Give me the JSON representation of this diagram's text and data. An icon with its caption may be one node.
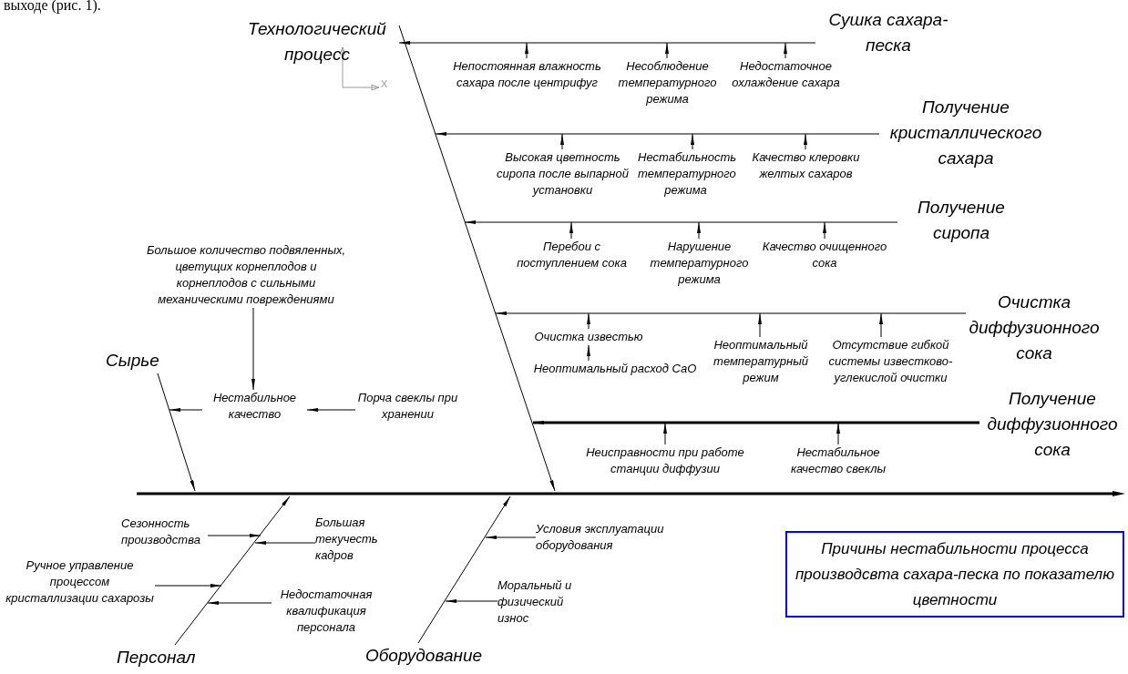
{
  "diagram": {
    "nodes": [
      {
        "text": [],
        "shape": "bar"
      },
      {
        "text": [
          "Технологический процесс"
        ]
      },
      {
        "text": [
          "Сушка сахара-песка"
        ]
      },
      {
        "text": [
          "Непостоянная влажность сахара после центрифуг"
        ]
      },
      {
        "text": [
          "Несоблюдение температурного режима"
        ]
      },
      {
        "text": [
          "Недостаточное охлаждение сахара"
        ]
      },
      {
        "text": [
          "Получение кристаллического сахара"
        ]
      },
      {
        "text": [
          "Высокая цветность сиропа после выпарной установки"
        ]
      },
      {
        "text": [
          "Нестабильность температурного режима"
        ]
      },
      {
        "text": [
          "Качество клеровки желтых сахаров"
        ]
      },
      {
        "text": [
          "Получение сиропа"
        ]
      },
      {
        "text": [
          "Перебои с поступлением сока"
        ]
      },
      {
        "text": [
          "Нарушение температурного режима"
        ]
      },
      {
        "text": [
          "Качество очищенного сока"
        ]
      },
      {
        "text": [
          "Очистка диффузионного сока"
        ]
      },
      {
        "text": [
          "Очистка известью"
        ]
      },
      {
        "text": [
          "Неоптимальный расход CaO"
        ]
      },
      {
        "text": [
          "Неоптимальный температурный режим"
        ]
      },
      {
        "text": [
          "Отсутствие гибкой системы известково-углекислой очистки"
        ]
      },
      {
        "text": [
          "Получение диффузионного сока"
        ]
      },
      {
        "text": [
          "Неисправности при работе станции диффузии"
        ]
      },
      {
        "text": [
          "Нестабильное качество свеклы"
        ]
      },
      {
        "text": [
          "Большое количество подвяленных, цветущих корнеплодов и корнеплодов с сильными механическими повреждениями"
        ]
      },
      {
        "text": [
          "Сырье"
        ]
      },
      {
        "text": [
          "Нестабильное качество"
        ]
      },
      {
        "text": [
          "Порча свеклы при хранении"
        ]
      },
      {
        "text": [
          "Персонал"
        ]
      },
      {
        "text": [
          "Оборудование"
        ]
      },
      {
        "text": [
          "Сезонность производства"
        ]
      },
      {
        "text": [
          "Большая текучесть кадров"
        ]
      },
      {
        "text": [
          "Ручное управление процессом кристаллизации сахарозы"
        ]
      },
      {
        "text": [
          "Недостаточная квалификация персонала"
        ]
      },
      {
        "text": [
          "Условия эксплуатации оборудования"
        ]
      },
      {
        "text": [
          "Моральный и физический износ"
        ]
      },
      {
        "text": [
          "Причины нестабильности процесса производсвта сахара-песка по показателю цветности"
        ]
      }
    ],
    "edges": [
      {
        "from": 1,
        "to": 0,
        "arrow": "to"
      },
      {
        "from": 2,
        "to": 1,
        "arrow": "to"
      },
      {
        "from": 3,
        "to": null,
        "arrow": "to"
      },
      {
        "from": 4,
        "to": null,
        "arrow": "to"
      },
      {
        "from": 5,
        "to": null,
        "arrow": "to"
      },
      {
        "from": 6,
        "to": null,
        "arrow": "to"
      },
      {
        "from": 7,
        "to": null,
        "arrow": "to"
      },
      {
        "from": 8,
        "to": null,
        "arrow": "to"
      },
      {
        "from": 9,
        "to": null,
        "arrow": "to"
      },
      {
        "from": 10,
        "to": null,
        "arrow": "to"
      },
      {
        "from": 11,
        "to": null,
        "arrow": "to"
      },
      {
        "from": 12,
        "to": null,
        "arrow": "to"
      },
      {
        "from": 13,
        "to": null,
        "arrow": "to"
      },
      {
        "from": 14,
        "to": null,
        "arrow": "to"
      },
      {
        "from": 15,
        "to": null,
        "arrow": "to"
      },
      {
        "from": 16,
        "to": 15,
        "arrow": "to"
      },
      {
        "from": 17,
        "to": null,
        "arrow": "to"
      },
      {
        "from": 18,
        "to": null,
        "arrow": "to"
      },
      {
        "from": 19,
        "to": null,
        "arrow": "to",
        "style": "thick"
      },
      {
        "from": 20,
        "to": null,
        "arrow": "to"
      },
      {
        "from": 21,
        "to": null,
        "arrow": "to"
      },
      {
        "from": 23,
        "to": 0,
        "arrow": "to"
      },
      {
        "from": 24,
        "to": null,
        "arrow": "to"
      },
      {
        "from": 22,
        "to": 24,
        "arrow": "to"
      },
      {
        "from": 25,
        "to": 24,
        "arrow": "to"
      },
      {
        "from": 26,
        "to": 0,
        "arrow": "to"
      },
      {
        "from": 28,
        "to": null,
        "arrow": "to"
      },
      {
        "from": 29,
        "to": null,
        "arrow": "to"
      },
      {
        "from": 30,
        "to": null,
        "arrow": "to"
      },
      {
        "from": 31,
        "to": null,
        "arrow": "to"
      },
      {
        "from": 27,
        "to": 0,
        "arrow": "to"
      },
      {
        "from": 32,
        "to": null,
        "arrow": "to"
      },
      {
        "from": 33,
        "to": null,
        "arrow": "to"
      }
    ],
    "labels": [
      "выходе (рис. 1).",
      "X"
    ]
  }
}
